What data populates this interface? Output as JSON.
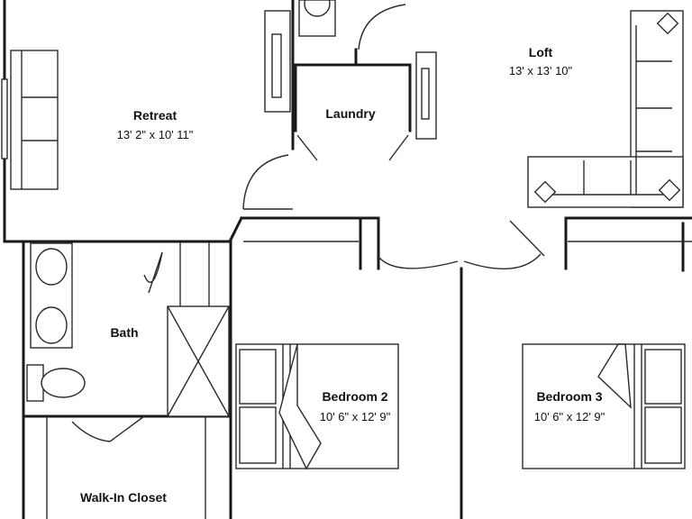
{
  "rooms": {
    "retreat": {
      "name": "Retreat",
      "dims": "13' 2\" x 10' 11\""
    },
    "laundry": {
      "name": "Laundry"
    },
    "loft": {
      "name": "Loft",
      "dims": "13' x 13' 10\""
    },
    "bath": {
      "name": "Bath"
    },
    "bedroom2": {
      "name": "Bedroom 2",
      "dims": "10' 6\" x 12' 9\""
    },
    "bedroom3": {
      "name": "Bedroom 3",
      "dims": "10' 6\" x 12' 9\""
    },
    "closet": {
      "name": "Walk-In Closet"
    }
  },
  "colors": {
    "line": "#1a1a1a",
    "background": "#ffffff"
  }
}
